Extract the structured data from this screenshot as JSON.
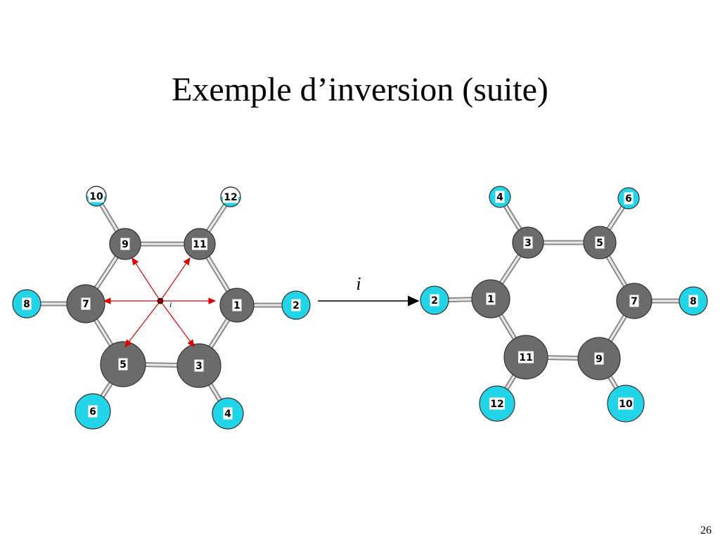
{
  "slide": {
    "title": "Exemple d’inversion (suite)",
    "page_number": "26"
  },
  "operation": {
    "symbol": "i",
    "center_label": "i"
  },
  "colors": {
    "carbon": "#6b6b6b",
    "hydrogen": "#22d4e8",
    "hydrogen_top": "#ffffff",
    "bond": "#aaaaaa",
    "arrow_red": "#e00000",
    "text": "#000000"
  },
  "molecule_before": {
    "atoms": [
      "1",
      "2",
      "3",
      "4",
      "5",
      "6",
      "7",
      "8",
      "9",
      "10",
      "11",
      "12"
    ]
  },
  "molecule_after": {
    "atoms": [
      "1",
      "2",
      "3",
      "4",
      "5",
      "6",
      "7",
      "8",
      "9",
      "10",
      "11",
      "12"
    ]
  }
}
